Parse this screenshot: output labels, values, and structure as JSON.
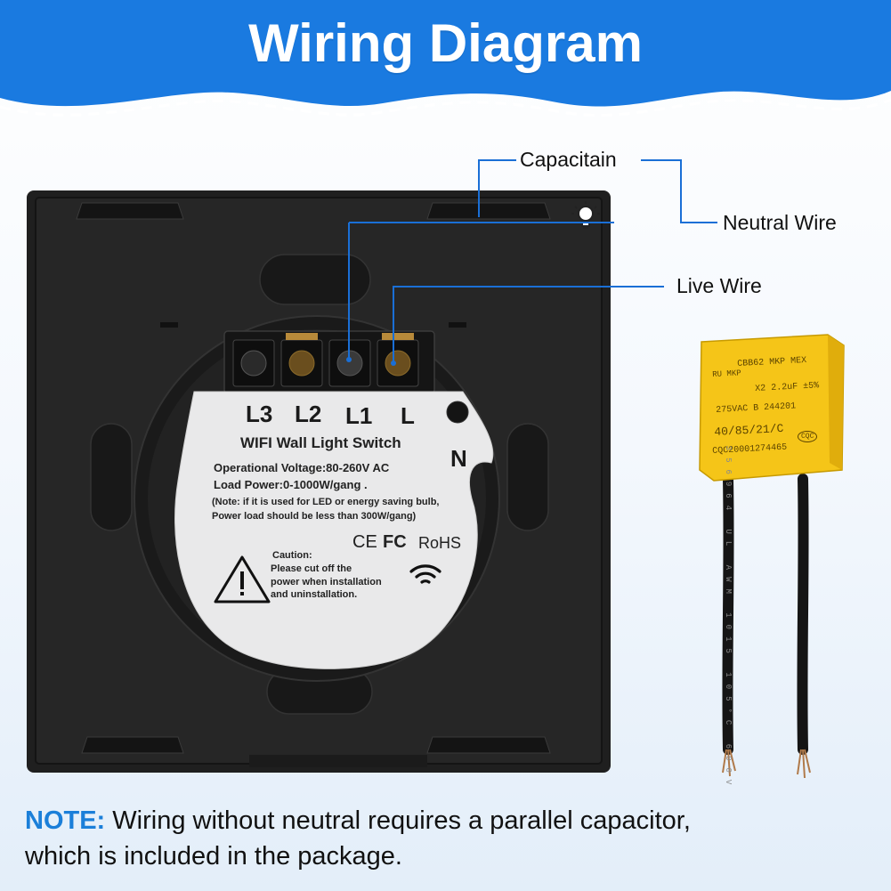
{
  "header": {
    "title": "Wiring Diagram",
    "bg_color": "#1a7ae0"
  },
  "callouts": {
    "capacitain": "Capacitain",
    "neutral_wire": "Neutral Wire",
    "live_wire": "Live Wire",
    "line_color": "#1a6fd6"
  },
  "switch": {
    "terminals": [
      "L3",
      "L2",
      "L1",
      "L"
    ],
    "neutral": "N",
    "title": "WIFI Wall Light Switch",
    "voltage": "Operational Voltage:80-260V AC",
    "load": "Load Power:0-1000W/gang .",
    "note1": "(Note: if it is used for LED or energy saving bulb,",
    "note2": "Power load should be less than 300W/gang)",
    "certs": [
      "CE",
      "FC",
      "RoHS"
    ],
    "caution_title": "Caution:",
    "caution1": "Please cut off the",
    "caution2": "power when installation",
    "caution3": "and uninstallation."
  },
  "capacitor": {
    "line1": "CBB62 MKP MEX",
    "line2": "X2  2.2uF  ±5%",
    "line3": "275VAC   B   244201",
    "line4": "40/85/21/C",
    "line5": "CQC20001274465",
    "badge1": "RU MKP",
    "badge2": "CQC",
    "wire_text1": "356964  UL  AWM  1015  105°C  600V",
    "color": "#f5c518"
  },
  "note": {
    "label": "NOTE:",
    "line1": " Wiring without neutral requires a parallel capacitor,",
    "line2": "which is included in the package."
  }
}
